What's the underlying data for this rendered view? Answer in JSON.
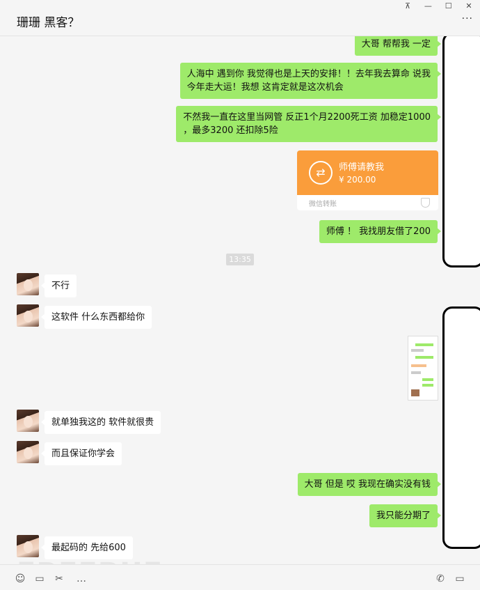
{
  "window": {
    "pin": "⊼",
    "minimize": "—",
    "maximize": "☐",
    "close": "✕"
  },
  "header": {
    "title": "珊珊 黑客？",
    "more": "···"
  },
  "messages": [
    {
      "text": "大哥 帮帮我 一定"
    },
    {
      "text": "人海中 遇到你 我觉得也是上天的安排！！去年我去算命 说我\n今年走大运！我想 这肯定就是这次机会"
    },
    {
      "text": "不然我一直在这里当网管 反正1个月2200死工资 加稳定1000\n，最多3200 还扣除5险"
    },
    {
      "text": "师傅 ！ 我找朋友借了200"
    },
    {
      "text": "不行"
    },
    {
      "text": "这软件 什么东西都给你"
    },
    {
      "text": "就单独我这的 软件就很贵"
    },
    {
      "text": "而且保证你学会"
    },
    {
      "text": "大哥 但是 哎 我现在确实没有钱"
    },
    {
      "text": "我只能分期了"
    },
    {
      "text": "最起码的 先给600"
    }
  ],
  "timestamp": "13:35",
  "transfer": {
    "title": "师傅请教我",
    "amount": "¥ 200.00",
    "label": "微信转账",
    "icon": "⇄"
  },
  "toolbar": {
    "emoji": "☺",
    "folder": "▭",
    "scissors": "✂",
    "chat": "…",
    "phone": "✆",
    "video": "▭"
  },
  "watermark": "FREEBUF"
}
